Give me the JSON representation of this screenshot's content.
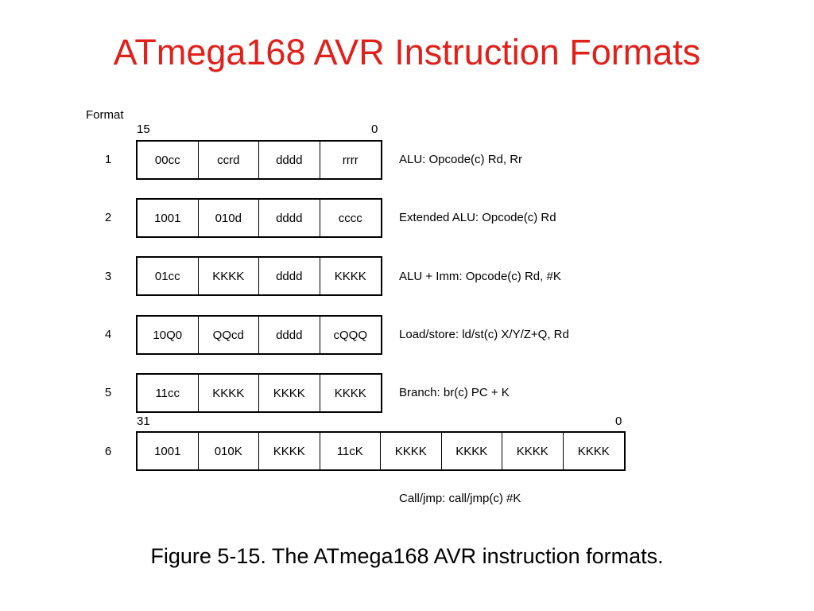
{
  "title": "ATmega168 AVR Instruction Formats",
  "title_color": "#e0201b",
  "diagram": {
    "format_header": "Format",
    "bits16": {
      "hi": "15",
      "lo": "0"
    },
    "bits32": {
      "hi": "31",
      "lo": "0"
    },
    "rows": [
      {
        "num": "1",
        "fields": [
          "00cc",
          "ccrd",
          "dddd",
          "rrrr"
        ],
        "desc": "ALU: Opcode(c) Rd, Rr"
      },
      {
        "num": "2",
        "fields": [
          "1001",
          "010d",
          "dddd",
          "cccc"
        ],
        "desc": "Extended ALU: Opcode(c) Rd"
      },
      {
        "num": "3",
        "fields": [
          "01cc",
          "KKKK",
          "dddd",
          "KKKK"
        ],
        "desc": "ALU + Imm: Opcode(c) Rd, #K"
      },
      {
        "num": "4",
        "fields": [
          "10Q0",
          "QQcd",
          "dddd",
          "cQQQ"
        ],
        "desc": "Load/store: ld/st(c) X/Y/Z+Q, Rd"
      },
      {
        "num": "5",
        "fields": [
          "11cc",
          "KKKK",
          "KKKK",
          "KKKK"
        ],
        "desc": "Branch: br(c) PC + K"
      },
      {
        "num": "6",
        "fields": [
          "1001",
          "010K",
          "KKKK",
          "11cK",
          "KKKK",
          "KKKK",
          "KKKK",
          "KKKK"
        ],
        "desc": "Call/jmp: call/jmp(c) #K"
      }
    ]
  },
  "caption": "Figure 5-15. The ATmega168 AVR instruction formats."
}
